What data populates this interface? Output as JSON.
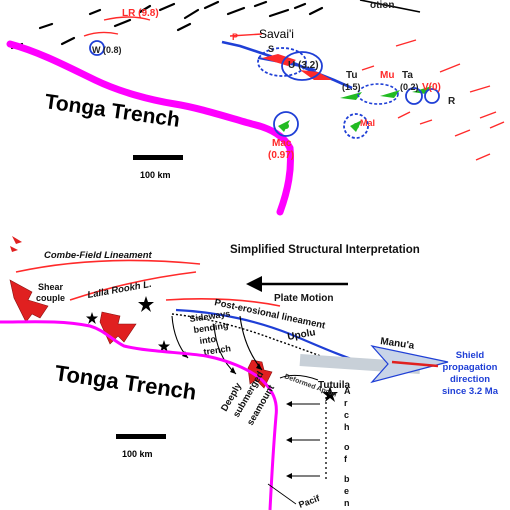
{
  "top_panel": {
    "island_label": "Savai'i",
    "trench_label": "Tonga Trench",
    "motion_label": "otion",
    "volcano_labels": {
      "lr": "LR (9.8)",
      "w": "W (0.8)",
      "s": "S",
      "u": "U (3.2)",
      "tu": "Tu",
      "tu_age": "(1.5)",
      "mu": "Mu",
      "ta": "Ta",
      "ta_age": "(0.2)",
      "v": "V(0)",
      "r": "R",
      "mac": "Mac",
      "mac_age": "(0.97)",
      "mal": "Mal",
      "p": "P"
    },
    "scale_label": "100 km"
  },
  "bottom_panel": {
    "title": "Simplified Structural Interpretation",
    "combe_label": "Combe-Field Lineament",
    "lalla_label": "Lalla Rookh L.",
    "shear_label": [
      "Shear",
      "couple"
    ],
    "plate_motion_label": "Plate Motion",
    "post_erosional_label": "Post-erosional lineament",
    "sideways_label": [
      "Sideways",
      "bending",
      "into",
      "trench"
    ],
    "upolu_label": "Upolu",
    "deformed_label": "Deformed Apron",
    "tutuila_label": "Tutuila",
    "manua_label": "Manu'a",
    "shield_label": [
      "Shield",
      "propagation",
      "direction",
      "since 3.2 Ma"
    ],
    "trench_label": "Tonga Trench",
    "deeply_label": [
      "Deeply",
      "submerged",
      "seamount"
    ],
    "arch_label": [
      "A",
      "r",
      "c",
      "h",
      "o",
      "f",
      "b",
      "e",
      "n"
    ],
    "pacific_label": "Pacif",
    "scale_label": "100 km"
  },
  "colors": {
    "trench": "#ff00ff",
    "volcano_red": "#ff2a2a",
    "lineament_blue": "#1f3fd6",
    "vent_green": "#22bb22",
    "shield_blue": "#1f3fd6",
    "arrow_red": "#e02020"
  }
}
